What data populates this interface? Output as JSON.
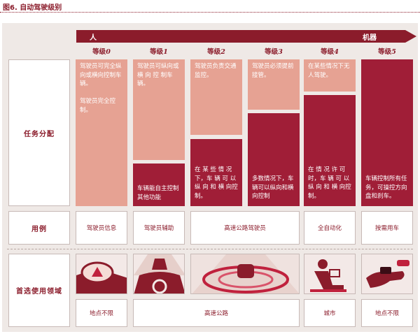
{
  "title": "图6. 自动驾驶级别",
  "arrow": {
    "left": "人",
    "right": "机器"
  },
  "levels": [
    {
      "prefix": "等级",
      "num": "0"
    },
    {
      "prefix": "等级",
      "num": "1"
    },
    {
      "prefix": "等级",
      "num": "2"
    },
    {
      "prefix": "等级",
      "num": "3"
    },
    {
      "prefix": "等级",
      "num": "4"
    },
    {
      "prefix": "等级",
      "num": "5"
    }
  ],
  "rows": {
    "task": "任务分配",
    "use": "用例",
    "domain": "首选使用领域"
  },
  "tasks": {
    "l0_light": "驾驶员可完全纵向或横向控制车辆。\n\n驾驶员完全控制。",
    "l1_light": "驾驶员可纵向或 横 向 控 制车辆。",
    "l1_dark": "车辆能自主控制其他功能",
    "l2_light": "驾驶员负责交通监控。",
    "l2_dark": "在 某 些 情 况下，车 辆 可 以纵 向 和 横 向控制。",
    "l3_light": "驾驶员必须提前接管。",
    "l3_dark": "多数情况下，车辆可以纵向和横向控制",
    "l4_light": "在某些情况下无人驾驶。",
    "l4_dark": "在 情 况 许 可时，车 辆 可 以纵 向 和 横 向控制。",
    "l5_dark": "车辆控制所有任务，可操控方向盘和刹车。"
  },
  "use_cases": [
    "驾驶员信息",
    "驾驶员辅助",
    "高速公路驾驶员",
    "全自动化",
    "按需用车"
  ],
  "domains": [
    "地点不限",
    "高速公路",
    "城市",
    "地点不限"
  ],
  "colors": {
    "dark": "#a01e37",
    "light": "#e6a293",
    "accent": "#8b1c2b"
  }
}
